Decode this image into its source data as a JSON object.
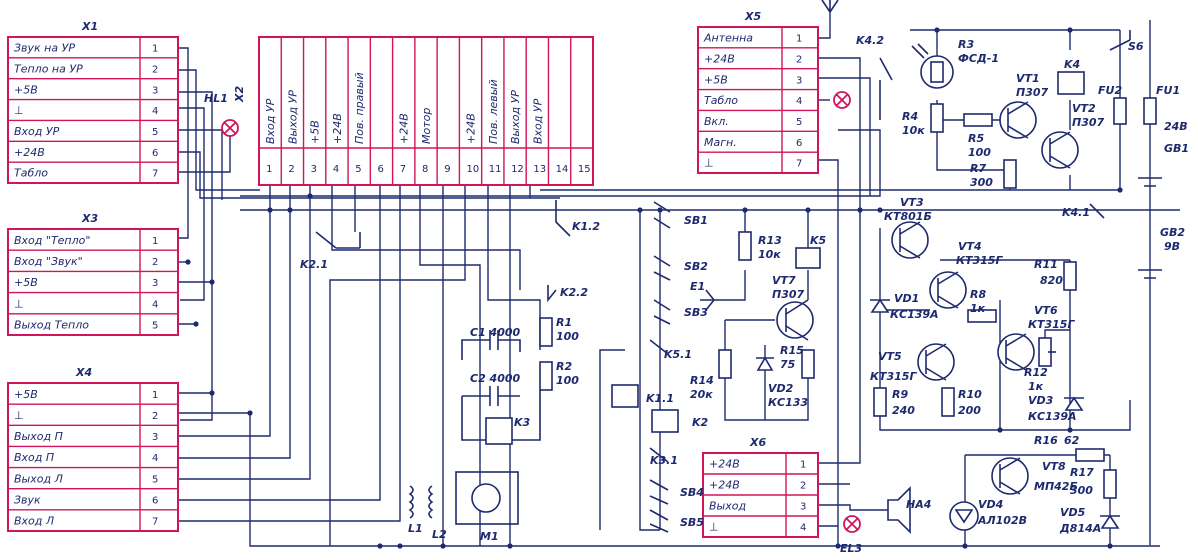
{
  "connectors": {
    "x1": {
      "title": "X1",
      "rows": [
        {
          "label": "Звук на УР",
          "pin": "1"
        },
        {
          "label": "Тепло на УР",
          "pin": "2"
        },
        {
          "label": "+5В",
          "pin": "3"
        },
        {
          "label": "⊥",
          "pin": "4"
        },
        {
          "label": "Вход УР",
          "pin": "5"
        },
        {
          "label": "+24В",
          "pin": "6"
        },
        {
          "label": "Табло",
          "pin": "7"
        }
      ]
    },
    "x3": {
      "title": "X3",
      "rows": [
        {
          "label": "Вход \"Тепло\"",
          "pin": "1"
        },
        {
          "label": "Вход \"Звук\"",
          "pin": "2"
        },
        {
          "label": "+5В",
          "pin": "3"
        },
        {
          "label": "⊥",
          "pin": "4"
        },
        {
          "label": "Выход Тепло",
          "pin": "5"
        }
      ]
    },
    "x4": {
      "title": "X4",
      "rows": [
        {
          "label": "+5В",
          "pin": "1"
        },
        {
          "label": "⊥",
          "pin": "2"
        },
        {
          "label": "Выход П",
          "pin": "3"
        },
        {
          "label": "Вход П",
          "pin": "4"
        },
        {
          "label": "Выход Л",
          "pin": "5"
        },
        {
          "label": "Звук",
          "pin": "6"
        },
        {
          "label": "Вход Л",
          "pin": "7"
        }
      ]
    },
    "x5": {
      "title": "X5",
      "rows": [
        {
          "label": "Антенна",
          "pin": "1"
        },
        {
          "label": "+24В",
          "pin": "2"
        },
        {
          "label": "+5В",
          "pin": "3"
        },
        {
          "label": "Табло",
          "pin": "4"
        },
        {
          "label": "Вкл.",
          "pin": "5"
        },
        {
          "label": "Магн.",
          "pin": "6"
        },
        {
          "label": "⊥",
          "pin": "7"
        }
      ]
    },
    "x6": {
      "title": "X6",
      "rows": [
        {
          "label": "+24В",
          "pin": "1"
        },
        {
          "label": "+24В",
          "pin": "2"
        },
        {
          "label": "Выход",
          "pin": "3"
        },
        {
          "label": "⊥",
          "pin": "4"
        }
      ]
    },
    "x2": {
      "title": "X2",
      "columns": [
        {
          "label": "Вход УР",
          "pin": "1"
        },
        {
          "label": "Выход УР",
          "pin": "2"
        },
        {
          "label": "+5В",
          "pin": "3"
        },
        {
          "label": "+24В",
          "pin": "4"
        },
        {
          "label": "Пов. правый",
          "pin": "5"
        },
        {
          "label": "",
          "pin": "6"
        },
        {
          "label": "+24В",
          "pin": "7"
        },
        {
          "label": "Мотор",
          "pin": "8"
        },
        {
          "label": "",
          "pin": "9"
        },
        {
          "label": "+24В",
          "pin": "10"
        },
        {
          "label": "Пов. левый",
          "pin": "11"
        },
        {
          "label": "Выход УР",
          "pin": "12"
        },
        {
          "label": "Вход УР",
          "pin": "13"
        },
        {
          "label": "",
          "pin": "14"
        },
        {
          "label": "",
          "pin": "15"
        }
      ]
    }
  },
  "components": {
    "hl1": "HL1",
    "k2_1": "K2.1",
    "k1_2": "K1.2",
    "k2_2": "K2.2",
    "k5_1": "K5.1",
    "k1_1": "K1.1",
    "k2": "K2",
    "k3": "K3",
    "k3_1": "K3.1",
    "k4_2": "K4.2",
    "k4": "K4",
    "k4_1": "K4.1",
    "k5": "K5",
    "sb1": "SB1",
    "sb2": "SB2",
    "sb3": "SB3",
    "sb4": "SB4",
    "sb5": "SB5",
    "e1": "E1",
    "c1": "C1 4000",
    "c2": "C2 4000",
    "r1": "R1",
    "r1v": "100",
    "r2": "R2",
    "r2v": "100",
    "r13": "R13",
    "r13v": "10к",
    "vt7": "VT7",
    "vt7v": "П307",
    "r14": "R14",
    "r14v": "20к",
    "r15": "R15",
    "r15v": "75",
    "vd2": "VD2",
    "vd2v": "КС133",
    "r3": "R3",
    "r3v": "ФСД-1",
    "r4": "R4",
    "r4v": "10к",
    "r5": "R5",
    "r5v": "100",
    "vt1": "VT1",
    "vt1v": "П307",
    "vt2": "VT2",
    "vt2v": "П307",
    "r7": "R7",
    "r7v": "300",
    "s6": "S6",
    "fu2": "FU2",
    "fu1": "FU1",
    "gb1": "GB1",
    "gb1v": "24В",
    "gb2": "GB2",
    "gb2v": "9В",
    "vt3": "VT3",
    "vt3v": "КТ801Б",
    "vt4": "VT4",
    "vt4v": "КТ315Г",
    "r8": "R8",
    "r8v": "1к",
    "vt6": "VT6",
    "vt6v": "КТ315Г",
    "vt5": "VT5",
    "vt5v": "КТ315Г",
    "vd1": "VD1",
    "vd1v": "КС139А",
    "r11": "R11",
    "r11v": "820",
    "r12": "R12",
    "r12v": "1к",
    "r9": "R9",
    "r9v": "240",
    "r10": "R10",
    "r10v": "200",
    "vd3": "VD3",
    "vd3v": "КС139А",
    "r16": "R16",
    "r16v": "62",
    "r17": "R17",
    "r17v": "300",
    "vt8": "VT8",
    "vt8v": "МП42Б",
    "vd4": "VD4",
    "vd4v": "АЛ102В",
    "vd5": "VD5",
    "vd5v": "Д814А",
    "el3": "EL3",
    "ha4": "HA4",
    "l1": "L1",
    "l2": "L2",
    "m1": "M1"
  },
  "colors": {
    "connector": "#d0155a",
    "wire": "#1e2a6e",
    "background": "#ffffff"
  }
}
